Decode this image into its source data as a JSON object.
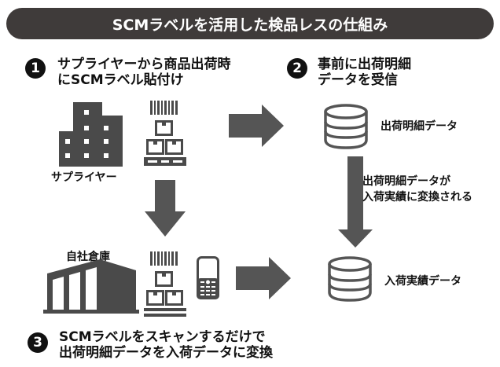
{
  "title": "SCMラベルを活用した検品レスの仕組み",
  "steps": [
    {
      "number": "1",
      "line1": "サプライヤーから商品出荷時",
      "line2": "にSCMラベル貼付け"
    },
    {
      "number": "2",
      "line1": "事前に出荷明細",
      "line2": "データを受信"
    },
    {
      "number": "3",
      "line1": "SCMラベルをスキャンするだけで",
      "line2": "出荷明細データを入荷データに変換"
    }
  ],
  "labels": {
    "supplier": "サプライヤー",
    "own_warehouse": "自社倉庫",
    "shipping_data": "出荷明細データ",
    "conversion_line1": "出荷明細データが",
    "conversion_line2": "入荷実績に変換される",
    "receiving_data": "入荷実績データ"
  },
  "colors": {
    "title_bg": "#3f3b3a",
    "icon": "#4a4a4a",
    "arrow": "#555555"
  }
}
